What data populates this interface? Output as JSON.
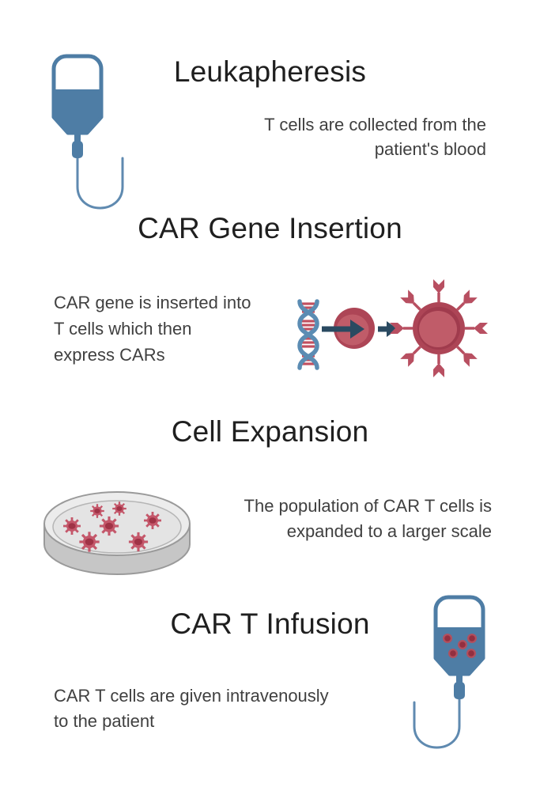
{
  "infographic": {
    "topic": "CAR T cell therapy process",
    "background_color": "#ffffff",
    "colors": {
      "iv_bag_blue": "#4e7da5",
      "tube_blue": "#5f8ab0",
      "dna_strand_blue": "#5b8cb3",
      "arrow_navy": "#2a4a61",
      "cell_red_outer": "#ad4556",
      "cell_red_inner": "#c05c69",
      "receptor_red": "#b84f61",
      "rung_red": "#c14f5f",
      "infused_cell_ring": "#b2505e",
      "infused_cell_core": "#932f40",
      "dish_top_gray": "#ececec",
      "dish_side_gray": "#c6c6c6",
      "dish_stroke_gray": "#9a9a9a",
      "title_color": "#1f1f1f",
      "body_color": "#404040"
    },
    "sections": [
      {
        "title": "Leukapheresis",
        "description": "T cells are collected from the patient's blood",
        "lines": [
          "T cells are collected from the",
          "patient's blood"
        ],
        "icon": "iv-bag-icon",
        "icon_side": "left",
        "text_align": "right"
      },
      {
        "title": "CAR Gene Insertion",
        "description": "CAR gene is inserted into T cells which then express CARs",
        "lines": [
          "CAR gene is inserted into",
          "T cells which then",
          "express CARs"
        ],
        "icon": "car-gene-insertion-illustration",
        "icon_side": "right",
        "text_align": "left"
      },
      {
        "title": "Cell Expansion",
        "description": "The population of CAR T cells is expanded to a larger scale",
        "lines": [
          "The population of CAR T cells is",
          "expanded to a larger scale"
        ],
        "icon": "petri-dish-icon",
        "icon_side": "left",
        "text_align": "right"
      },
      {
        "title": "CAR T Infusion",
        "description": "CAR T cells are given intravenously to the patient",
        "lines": [
          "CAR T cells are given intravenously",
          "to the patient"
        ],
        "icon": "car-t-infusion-bag-icon",
        "icon_side": "right",
        "text_align": "left"
      }
    ]
  }
}
